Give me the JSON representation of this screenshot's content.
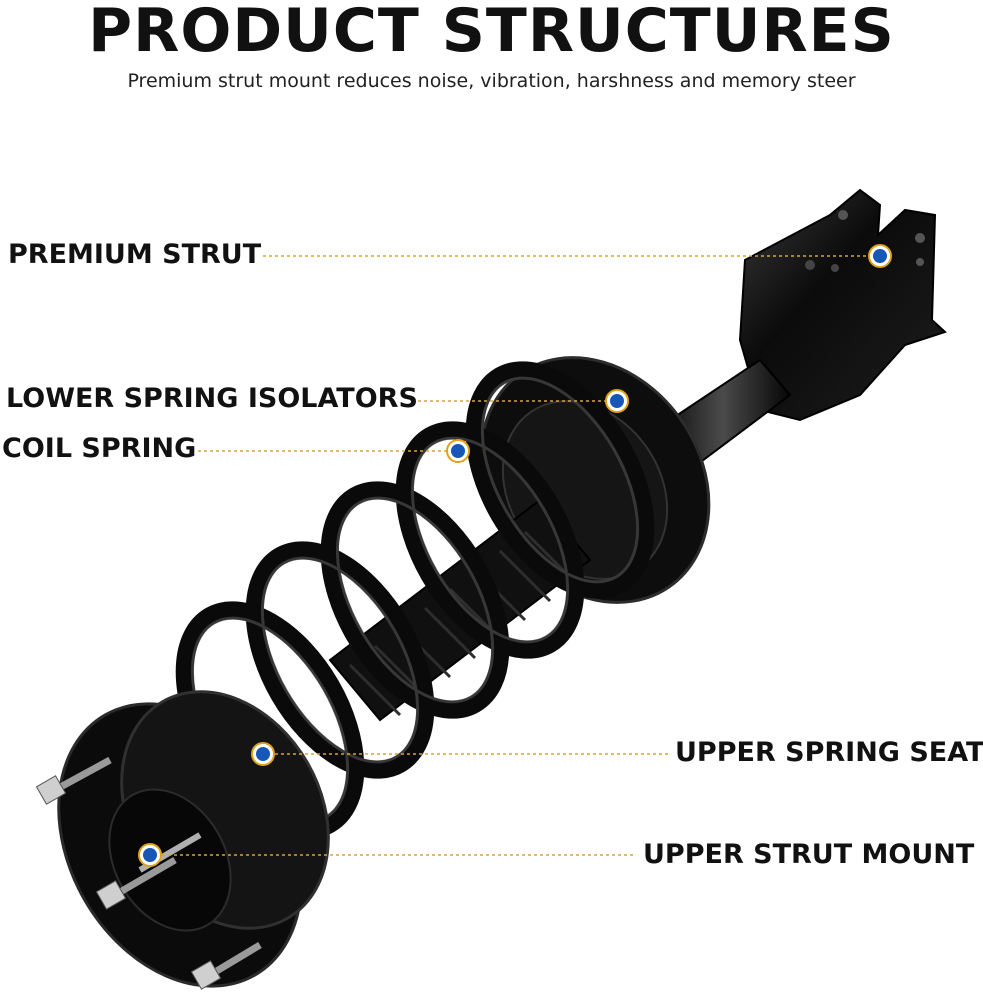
{
  "header": {
    "title": "PRODUCT STRUCTURES",
    "subtitle": "Premium strut mount reduces noise, vibration, harshness and memory steer"
  },
  "callouts": [
    {
      "label": "PREMIUM STRUT"
    },
    {
      "label": "LOWER SPRING ISOLATORS"
    },
    {
      "label": "COIL SPRING"
    },
    {
      "label": "UPPER SPRING SEAT"
    },
    {
      "label": "UPPER STRUT MOUNT"
    }
  ],
  "colors": {
    "marker_fill": "#1657b8",
    "marker_ring": "#e0a21a",
    "leader_line": "#d7a43a",
    "part_black": "#0c0c0c"
  }
}
